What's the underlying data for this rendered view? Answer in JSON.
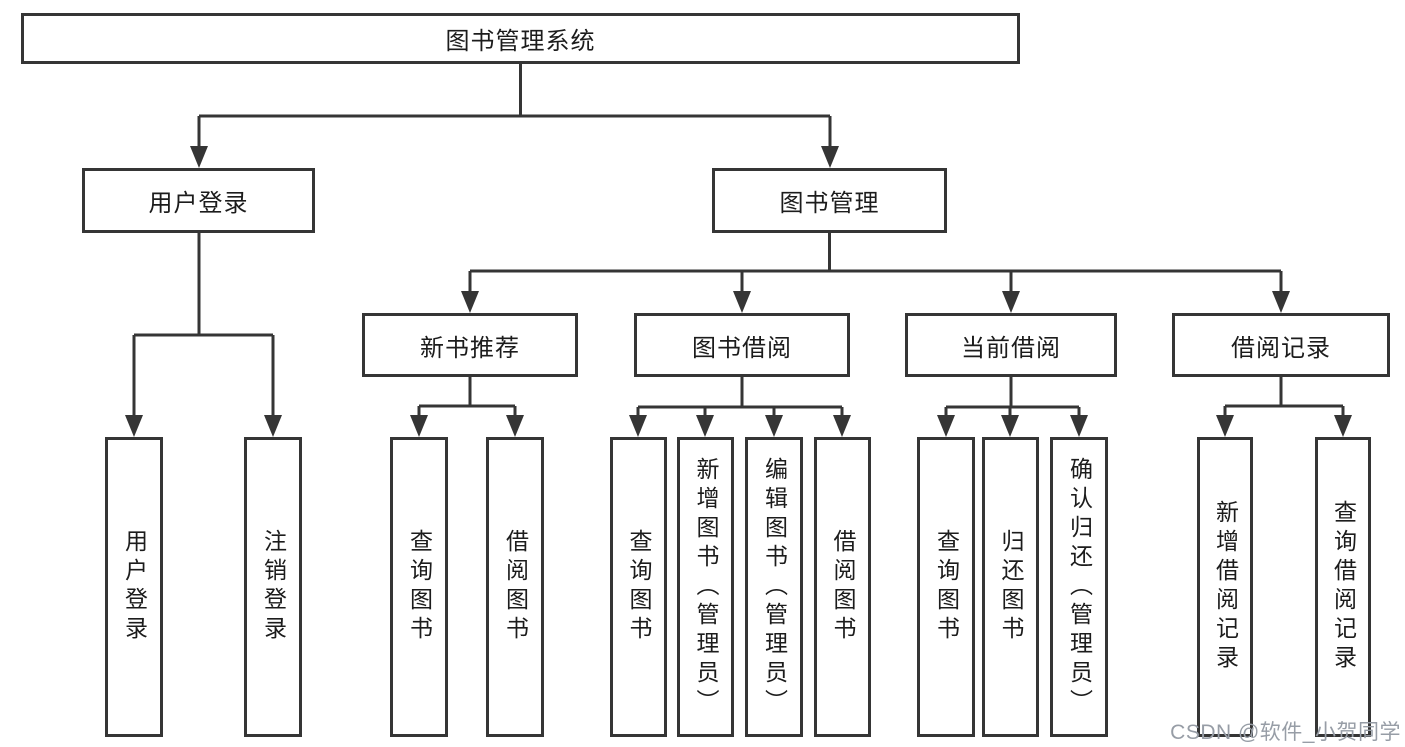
{
  "watermark": "CSDN @软件_小贺同学",
  "colors": {
    "line": "#353535",
    "text": "#1c1c1c",
    "watermark": "#979da6",
    "background": "#ffffff"
  },
  "tree": {
    "root": {
      "label": "图书管理系统",
      "children": [
        {
          "label": "用户登录",
          "children": [
            {
              "label": "用户登录"
            },
            {
              "label": "注销登录"
            }
          ]
        },
        {
          "label": "图书管理",
          "children": [
            {
              "label": "新书推荐",
              "children": [
                {
                  "label": "查询图书"
                },
                {
                  "label": "借阅图书"
                }
              ]
            },
            {
              "label": "图书借阅",
              "children": [
                {
                  "label": "查询图书"
                },
                {
                  "label": "新增图书（管理员）"
                },
                {
                  "label": "编辑图书（管理员）"
                },
                {
                  "label": "借阅图书"
                }
              ]
            },
            {
              "label": "当前借阅",
              "children": [
                {
                  "label": "查询图书"
                },
                {
                  "label": "归还图书"
                },
                {
                  "label": "确认归还（管理员）"
                }
              ]
            },
            {
              "label": "借阅记录",
              "children": [
                {
                  "label": "新增借阅记录"
                },
                {
                  "label": "查询借阅记录"
                }
              ]
            }
          ]
        }
      ]
    }
  }
}
